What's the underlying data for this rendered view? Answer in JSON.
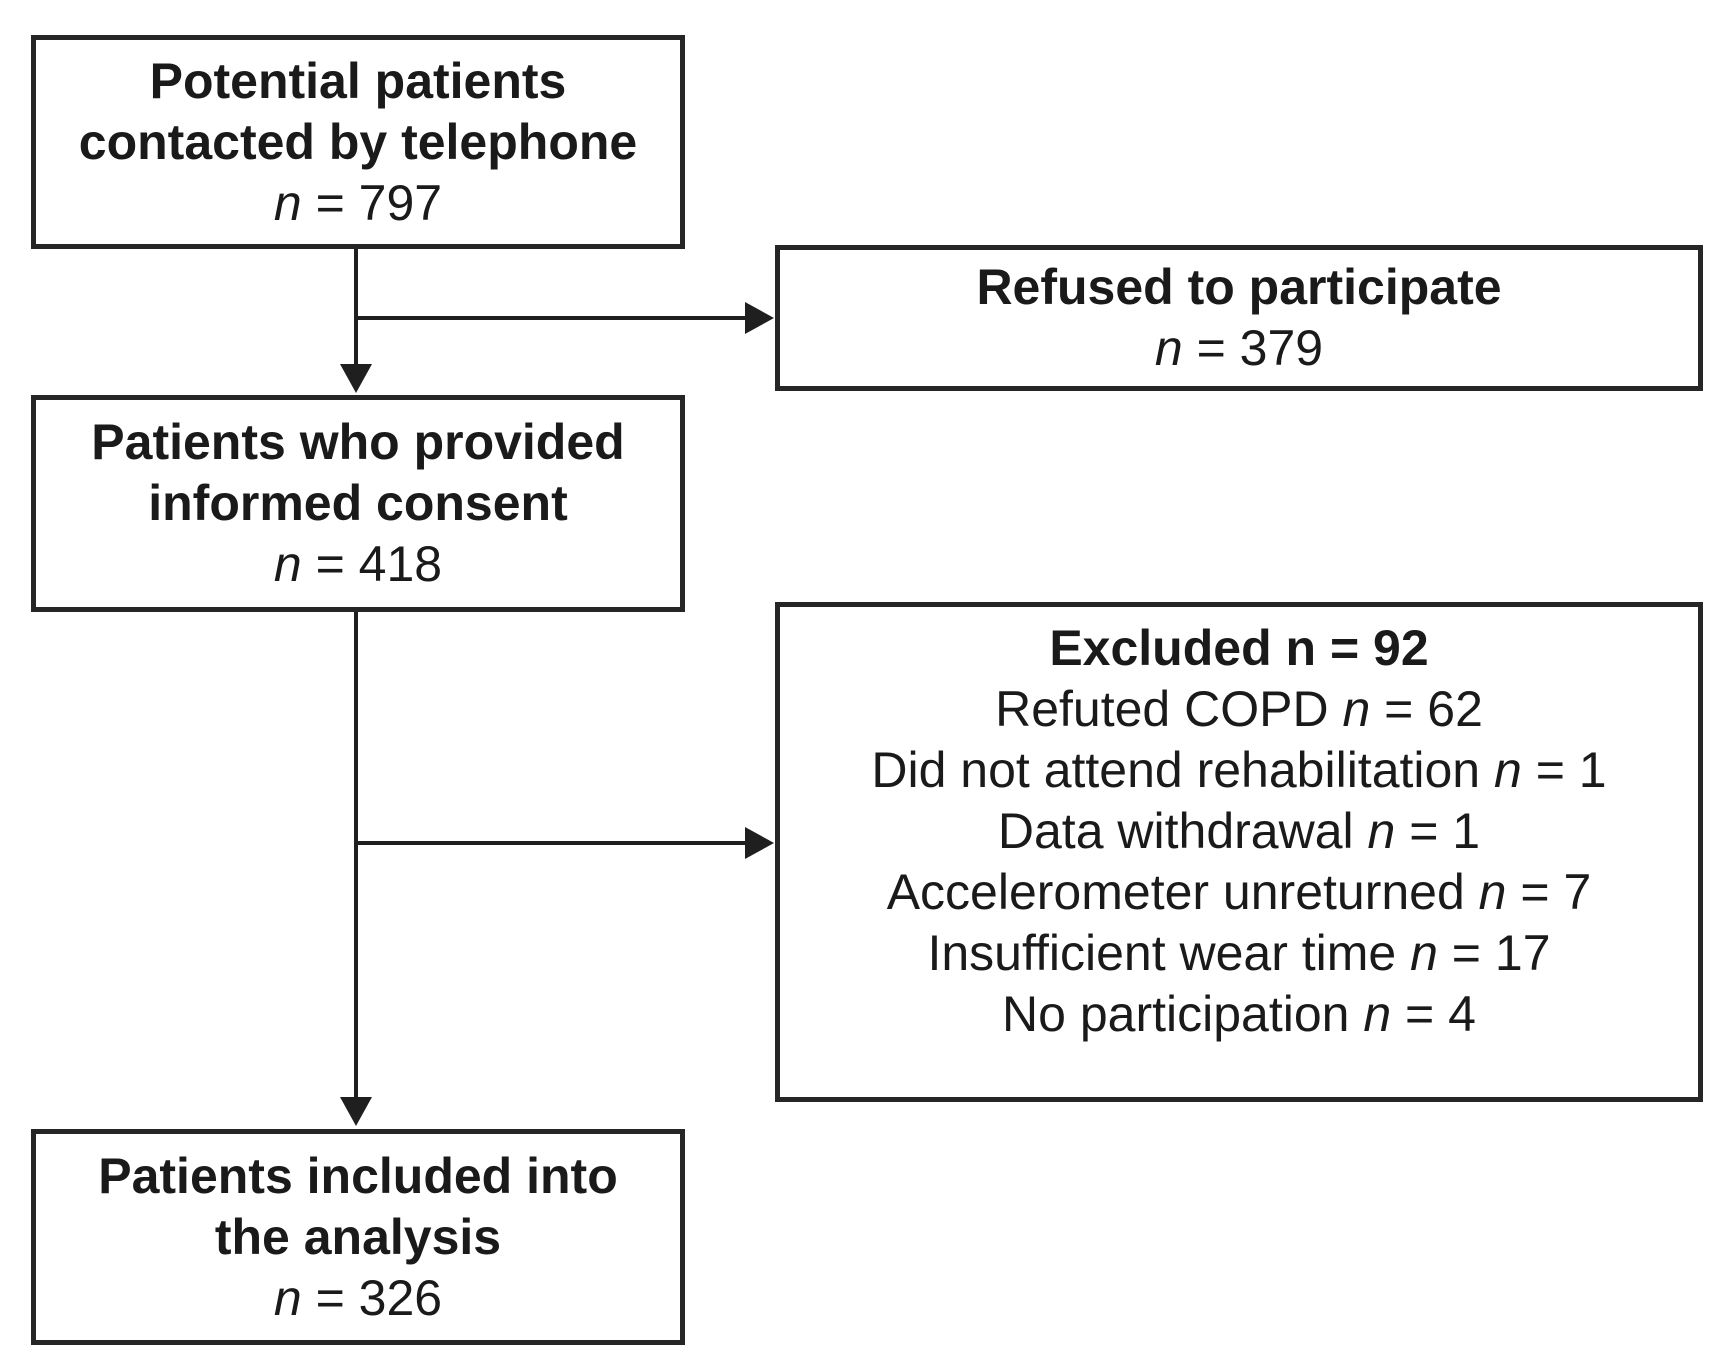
{
  "figure": {
    "boxes": {
      "contacted": {
        "line1": "Potential patients",
        "line2": "contacted by telephone",
        "n": "n",
        "eq": " = 797"
      },
      "refused": {
        "line1": "Refused to participate",
        "n": "n",
        "eq": " = 379"
      },
      "consent": {
        "line1": "Patients who provided",
        "line2": "informed consent",
        "n": "n",
        "eq": " = 418"
      },
      "excluded": {
        "header": "Excluded n = 92",
        "reasons": [
          {
            "text": "Refuted COPD ",
            "n": "n",
            "eq": " = 62"
          },
          {
            "text": "Did not attend rehabilitation ",
            "n": "n",
            "eq": " = 1"
          },
          {
            "text": "Data withdrawal ",
            "n": "n",
            "eq": " = 1"
          },
          {
            "text": "Accelerometer unreturned ",
            "n": "n",
            "eq": " = 7"
          },
          {
            "text": "Insufficient wear time ",
            "n": "n",
            "eq": " = 17"
          },
          {
            "text": "No participation ",
            "n": "n",
            "eq": " = 4"
          }
        ]
      },
      "included": {
        "line1": "Patients included into",
        "line2": "the analysis",
        "n": "n",
        "eq": " = 326"
      }
    }
  }
}
